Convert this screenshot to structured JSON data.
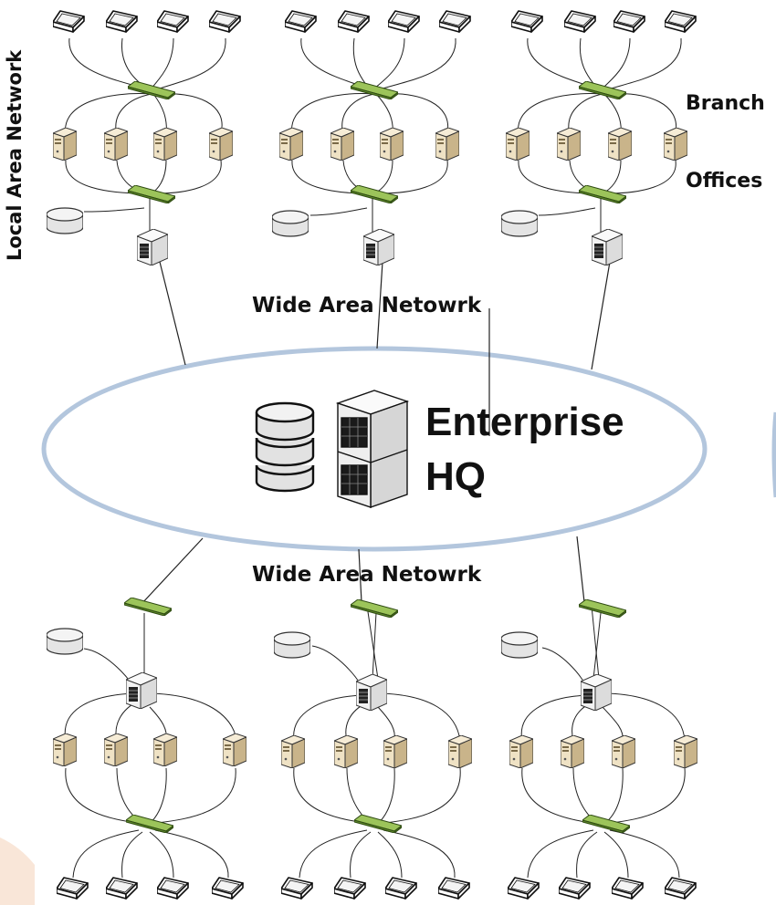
{
  "labels": {
    "lan": "Local Area Network",
    "branch_line1": "Branch",
    "branch_line2": "Offices",
    "wan_top": "Wide Area Netowrk",
    "wan_bottom": "Wide Area Netowrk",
    "hq_line1": "Enterprise",
    "hq_line2": "HQ"
  },
  "icons": [
    "laptop-icon",
    "network-switch-icon",
    "server-tower-icon",
    "storage-disk-icon",
    "router-icon",
    "database-icon",
    "datacenter-rack-icon"
  ],
  "colors": {
    "wan_ring": "#b3c6dd",
    "switch": "#7aa43a",
    "server": "#e8d7b3",
    "storage": "#e4e4e4",
    "router": "#f1f1f1"
  }
}
